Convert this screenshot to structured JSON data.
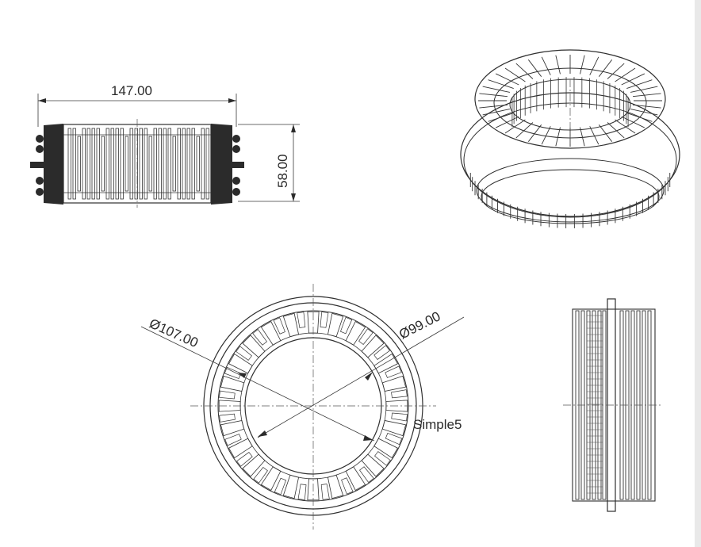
{
  "labels": {
    "width_dim": "147.00",
    "height_dim": "58.00",
    "outer_diameter": "Ø107.00",
    "inner_diameter": "Ø99.00",
    "part_name": "Simple5"
  },
  "colors": {
    "line": "#2f2f2f",
    "background": "#ffffff"
  },
  "drawing": {
    "slot_count_plan": 24,
    "slot_count_iso": 40
  }
}
